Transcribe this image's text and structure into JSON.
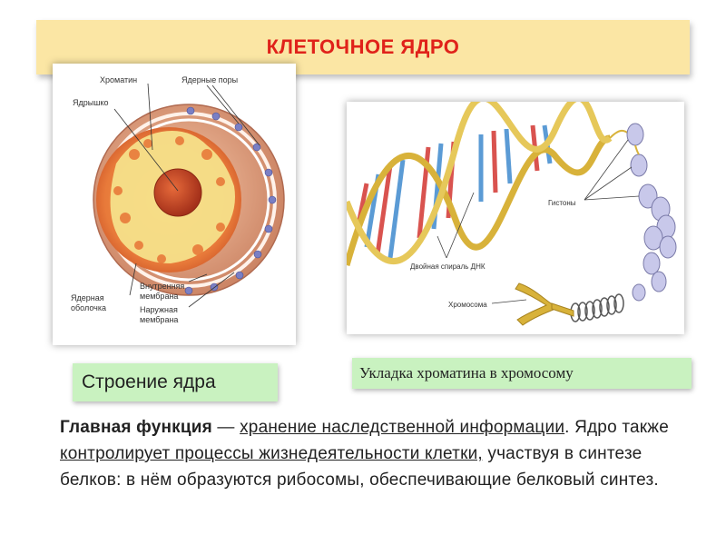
{
  "title": "КЛЕТОЧНОЕ ЯДРО",
  "nucleus_figure": {
    "labels": {
      "chromatin": "Хроматин",
      "nuclear_pores": "Ядерные поры",
      "nucleolus": "Ядрышко",
      "inner_membrane_1": "Внутренняя",
      "inner_membrane_2": "мембрана",
      "nuclear_envelope_1": "Ядерная",
      "nuclear_envelope_2": "оболочка",
      "outer_membrane_1": "Наружная",
      "outer_membrane_2": "мембрана"
    },
    "caption": "Строение ядра"
  },
  "chromosome_figure": {
    "labels": {
      "histones": "Гистоны",
      "dna_helix": "Двойная спираль ДНК",
      "chromosome": "Хромосома"
    },
    "caption": "Укладка хроматина в хромосому"
  },
  "body": {
    "p1_bold": "Главная функция",
    "p1_dash": " — ",
    "p1_u1": "хранение наследственной информации",
    "p1_t1": ". Ядро также ",
    "p1_u2": "контролирует процессы жизнедеятельности клетки,",
    "p1_t2": " участвуя в синтезе белков: в нём образуются рибосомы, обеспечивающие белковый синтез."
  },
  "colors": {
    "title_bg": "#fbe6a4",
    "title_text": "#e0221a",
    "caption_bg": "#c9f2c0",
    "helix_gold": "#d8b23a"
  }
}
